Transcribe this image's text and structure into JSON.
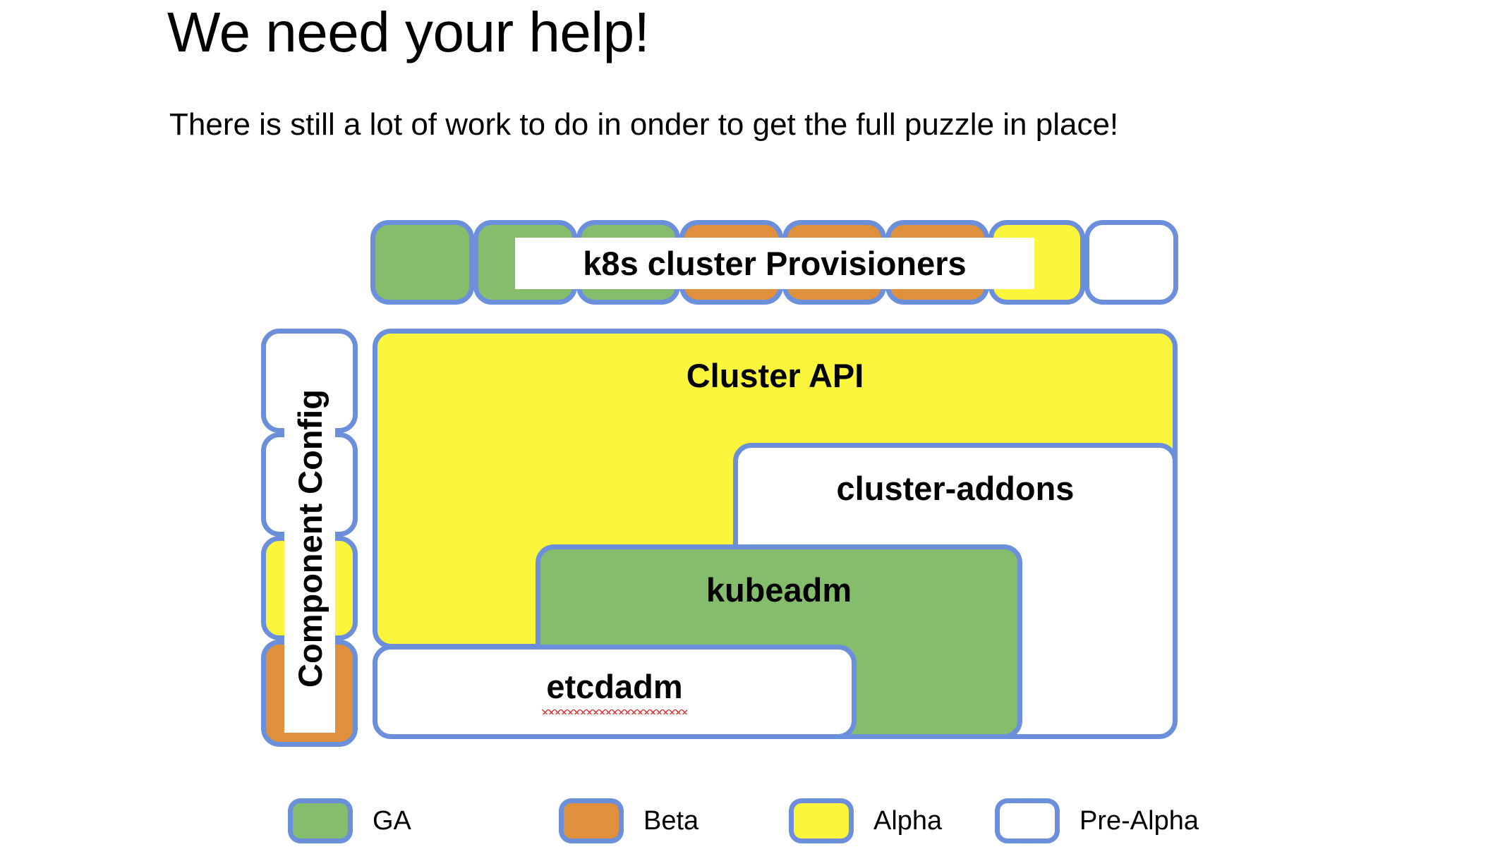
{
  "slide": {
    "title": "We need your help!",
    "subtitle": "There is still a lot of work to do in onder to get the full puzzle in place!"
  },
  "colors": {
    "ga": "#85bd6d",
    "beta": "#e08f3c",
    "alpha": "#fbf53c",
    "pre_alpha": "#ffffff",
    "border": "#6c8fdb",
    "text": "#000000",
    "background": "#ffffff",
    "spellcheck_underline": "#e03030"
  },
  "diagram": {
    "provisioners": {
      "label": "k8s cluster Provisioners",
      "tiles": [
        {
          "maturity": "GA"
        },
        {
          "maturity": "GA"
        },
        {
          "maturity": "GA"
        },
        {
          "maturity": "Beta"
        },
        {
          "maturity": "Beta"
        },
        {
          "maturity": "Beta"
        },
        {
          "maturity": "Alpha"
        },
        {
          "maturity": "Pre-Alpha"
        }
      ]
    },
    "component_config": {
      "label": "Component Config",
      "tiles": [
        {
          "maturity": "Pre-Alpha"
        },
        {
          "maturity": "Pre-Alpha"
        },
        {
          "maturity": "Alpha"
        },
        {
          "maturity": "Beta"
        }
      ]
    },
    "blocks": [
      {
        "label": "Cluster API",
        "maturity": "Alpha"
      },
      {
        "label": "cluster-addons",
        "maturity": "Pre-Alpha"
      },
      {
        "label": "kubeadm",
        "maturity": "GA"
      },
      {
        "label": "etcdadm",
        "maturity": "Pre-Alpha",
        "spellcheck_flagged": true
      }
    ]
  },
  "legend": {
    "items": [
      {
        "label": "GA",
        "maturity": "GA"
      },
      {
        "label": "Beta",
        "maturity": "Beta"
      },
      {
        "label": "Alpha",
        "maturity": "Alpha"
      },
      {
        "label": "Pre-Alpha",
        "maturity": "Pre-Alpha"
      }
    ]
  }
}
